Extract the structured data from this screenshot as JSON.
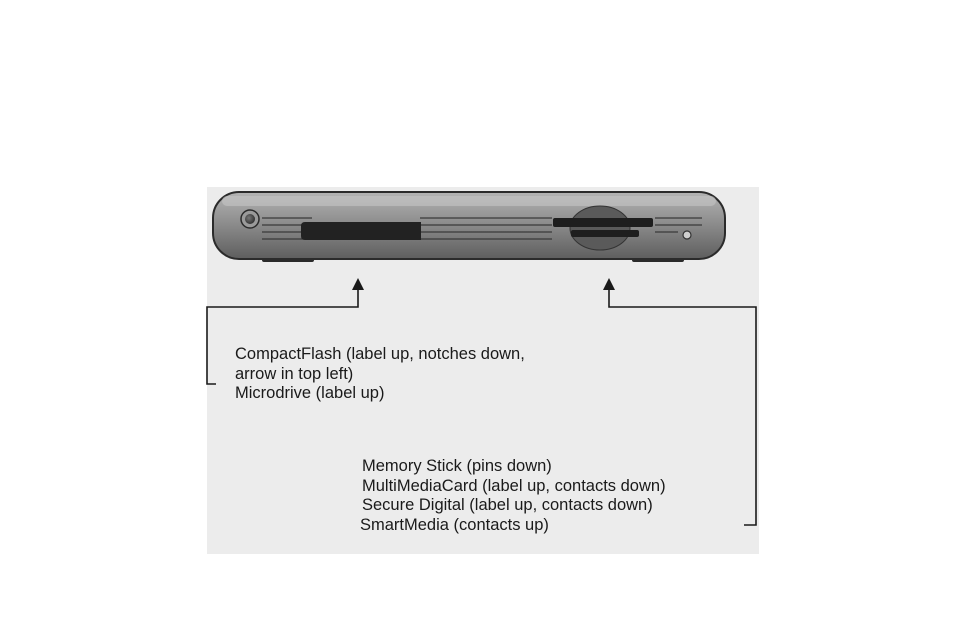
{
  "left_group": {
    "lines": [
      "CompactFlash (label up, notches down,",
      "arrow in top left)",
      "Microdrive (label up)"
    ]
  },
  "right_group": {
    "lines": [
      "Memory Stick (pins down)",
      "MultiMediaCard (label up, contacts down)",
      "Secure Digital (label up, contacts down)",
      "SmartMedia (contacts up)"
    ]
  },
  "colors": {
    "panel_background": "#ececec",
    "device_body": "#8d8d8d",
    "device_outline": "#2b2b2b",
    "slot": "#222222",
    "callout_line": "#1a1a1a"
  }
}
